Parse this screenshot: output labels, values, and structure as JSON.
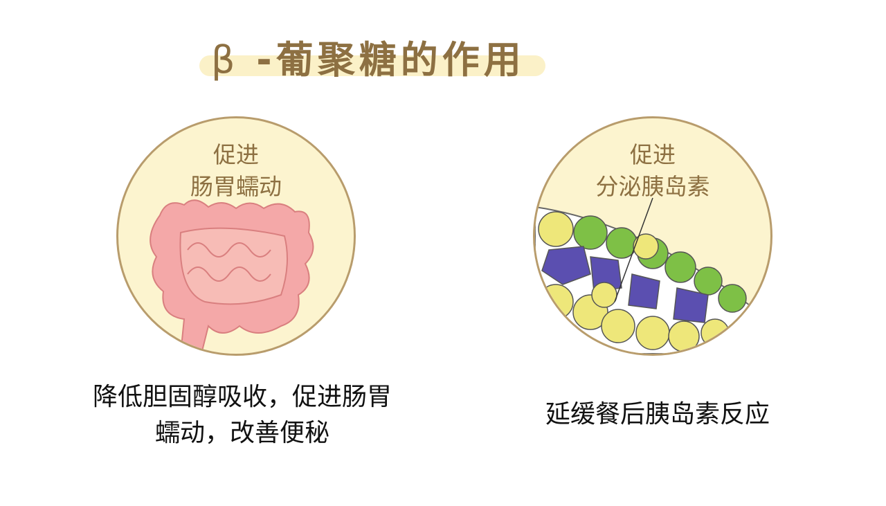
{
  "title": {
    "beta": "β",
    "rest": "-葡聚糖的作用"
  },
  "left": {
    "label_line1": "促进",
    "label_line2": "肠胃蠕动",
    "caption_line1": "降低胆固醇吸收，促进肠胃",
    "caption_line2": "蠕动，改善便秘"
  },
  "right": {
    "label_line1": "促进",
    "label_line2": "分泌胰岛素",
    "caption": "延缓餐后胰岛素反应"
  },
  "colors": {
    "title": "#8d7042",
    "circle_fill": "#fcf4cf",
    "circle_border": "#b89c6c",
    "intestine": "#f4a8a8",
    "cell_yellow": "#eee77a",
    "cell_green": "#7ec046",
    "cell_purple": "#5b4fb0"
  }
}
